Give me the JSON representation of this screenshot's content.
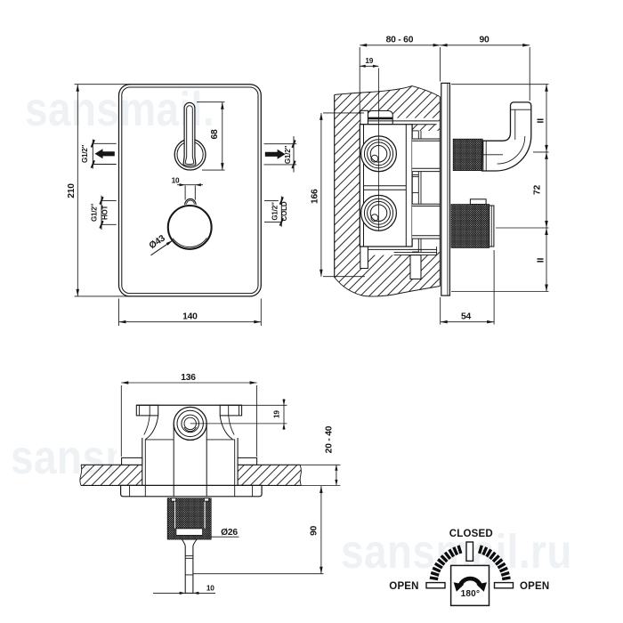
{
  "app": {
    "background": "#ffffff",
    "line_color": "#161616",
    "watermark_color": "#eef1f4"
  },
  "watermark": {
    "text": "sansmail.ru"
  },
  "front_view": {
    "dim_height": "210",
    "dim_width": "140",
    "dim_lever": "68",
    "dim_stem": "10",
    "knob_diameter": "Ø43",
    "inlet_left": "G1/2″",
    "inlet_right": "G1/2″",
    "hot_size": "G1/2″",
    "hot_label": "HOT",
    "cold_size": "G1/2″",
    "cold_label": "COLD"
  },
  "side_view": {
    "dim_depth_range": "80 - 60",
    "dim_inlet_offset": "19",
    "dim_handle_proj": "90",
    "dim_box_height": "166",
    "dim_axis_spacing": "72",
    "dim_knob_proj": "54"
  },
  "plan_view": {
    "dim_box_width": "136",
    "dim_port_offset": "19",
    "dim_wall_range": "20 - 40",
    "dim_depth": "90",
    "dim_knob": "Ø26",
    "dim_stem": "10"
  },
  "dial": {
    "closed_label": "CLOSED",
    "open_left_label": "OPEN",
    "open_right_label": "OPEN",
    "rotation_label": "180°"
  }
}
